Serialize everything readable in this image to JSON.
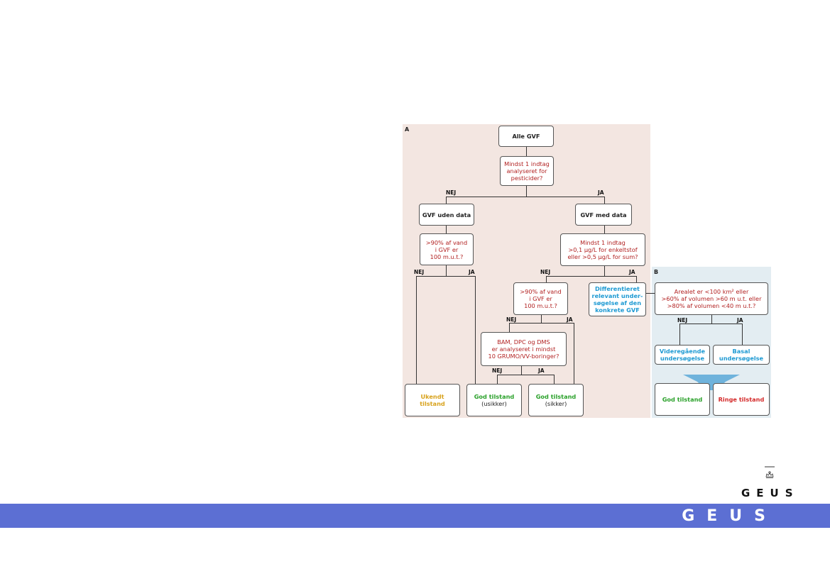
{
  "panel_a": {
    "letter": "A",
    "alle_gvf": "Alle GVF",
    "q_analyseret": "Mindst 1 indtag\nanalyseret for\npesticider?",
    "gvf_uden_data": "GVF uden data",
    "gvf_med_data": "GVF med data",
    "q_90_left": ">90% af vand\ni GVF er\n100 m.u.t.?",
    "q_threshold": "Mindst 1 indtag\n>0,1 µg/L for enkeltstof\neller >0,5 µg/L for sum?",
    "q_90_mid": ">90% af vand\ni GVF er\n100 m.u.t.?",
    "differentieret": "Differentieret\nrelevant under-\nsøgelse af den\nkonkrete GVF",
    "q_bam": "BAM, DPC og DMS\ner analyseret i mindst\n10 GRUMO/VV-boringer?",
    "ukendt": "Ukendt tilstand",
    "god_usikker_title": "God tilstand",
    "god_usikker_sub": "(usikker)",
    "god_sikker_title": "God tilstand",
    "god_sikker_sub": "(sikker)",
    "nej": "NEJ",
    "ja": "JA"
  },
  "panel_b": {
    "letter": "B",
    "q_areal": "Arealet er <100 km² eller\n>60% af volumen >60 m u.t. eller\n>80% af volumen <40 m u.t.?",
    "videregaaende": "Videregående\nundersøgelse",
    "basal": "Basal\nundersøgelse",
    "god_tilstand": "God tilstand",
    "ringe_tilstand": "Ringe tilstand",
    "nej": "NEJ",
    "ja": "JA"
  },
  "logo": {
    "text": "GEUS"
  },
  "footer": {
    "text": "GEUS"
  },
  "colors": {
    "panel_a_bg": "#f3e6e1",
    "panel_b_bg": "#e3edf2",
    "question_red": "#b22222",
    "blue": "#1e9ad3",
    "green": "#2aa12a",
    "orange": "#d8a21c",
    "footer_bar": "#5c6fd3"
  }
}
